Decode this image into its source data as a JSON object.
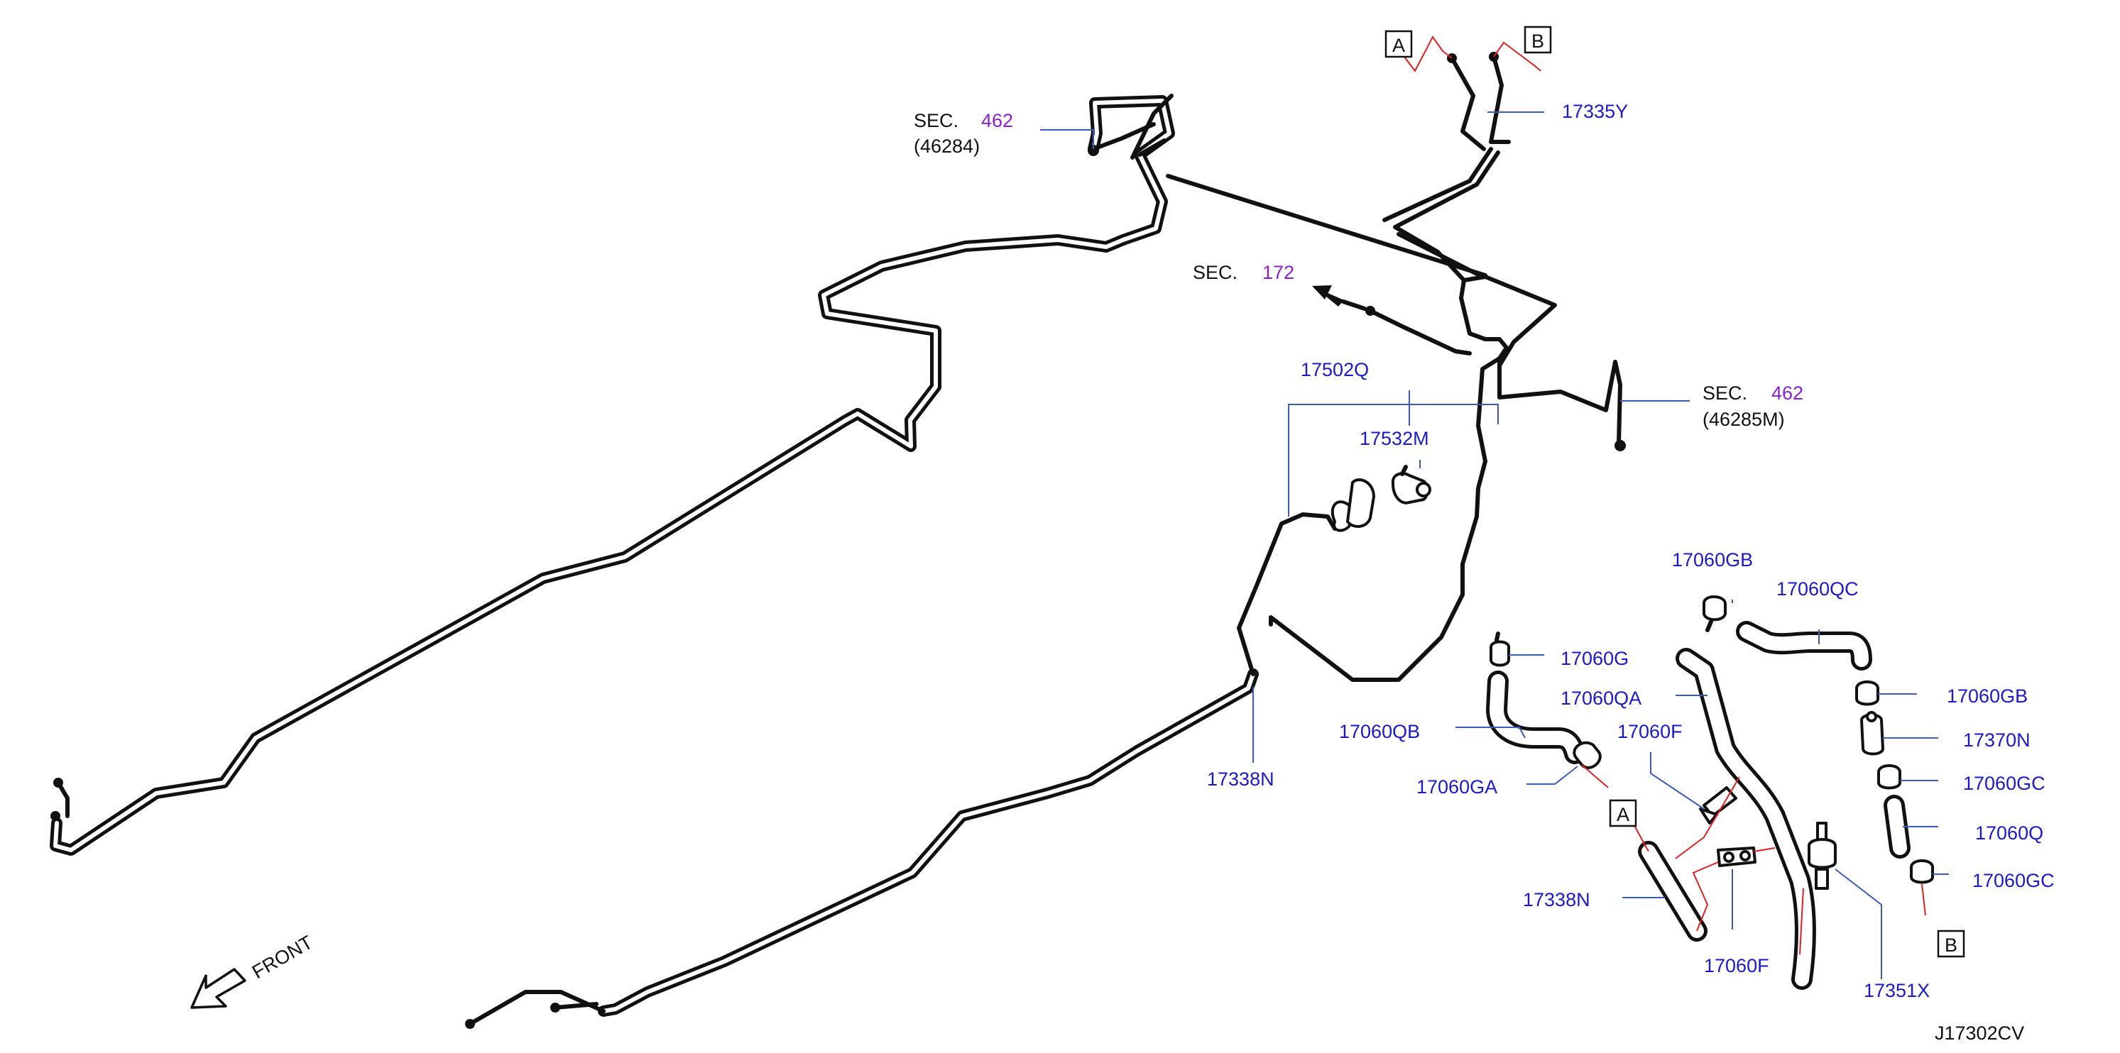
{
  "diagram_id": "J17302CV",
  "front_label": "FRONT",
  "sections": [
    {
      "prefix": "SEC.",
      "number": "462",
      "sub": "(46284)"
    },
    {
      "prefix": "SEC.",
      "number": "172"
    },
    {
      "prefix": "SEC.",
      "number": "462",
      "sub": "(46285M)"
    }
  ],
  "ref_boxes": [
    "A",
    "B",
    "A",
    "B"
  ],
  "parts": [
    "17335Y",
    "17502Q",
    "17532M",
    "17338N",
    "17060GB",
    "17060QC",
    "17060G",
    "17060QA",
    "17060GB",
    "17060QB",
    "17060F",
    "17370N",
    "17060GA",
    "17060GC",
    "17060Q",
    "17338N",
    "17060GC",
    "17060F",
    "17351X"
  ]
}
